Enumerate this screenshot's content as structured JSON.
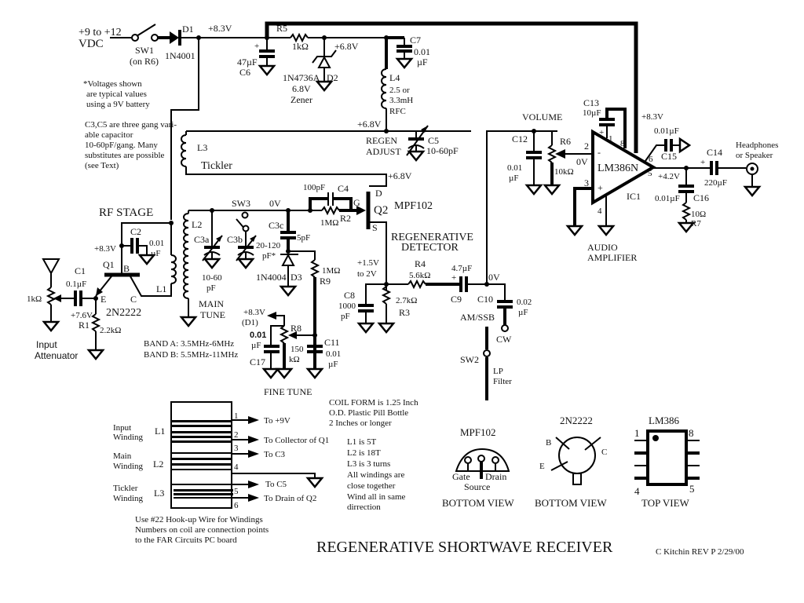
{
  "title": "REGENERATIVE SHORTWAVE RECEIVER",
  "credit": "C Kitchin REV P 2/29/00",
  "power": {
    "supply_line1": "+9 to +12",
    "supply_line2": "VDC",
    "sw1": "SW1",
    "sw1_note": "(on R6)",
    "d1": "D1",
    "d1_part": "1N4001",
    "rail": "+8.3V",
    "c6_value": "47µF",
    "c6": "C6",
    "r5": "R5",
    "r5_value": "1kΩ",
    "zener_v": "+6.8V",
    "d2_part": "1N4736A",
    "d2": "D2",
    "d2_v": "6.8V",
    "d2_type": "Zener",
    "c7": "C7",
    "c7_v1": "0.01",
    "c7_v2": "µF",
    "l4": "L4",
    "l4_v1": "2.5 or",
    "l4_v2": "3.3mH",
    "l4_v3": "RFC",
    "rfc_v": "+6.8V",
    "plus": "+"
  },
  "notes": {
    "voltages": [
      "*Voltages shown",
      "are typical values",
      "using a 9V battery"
    ],
    "caps": [
      "C3,C5 are three gang vari-",
      "able capacitor",
      "10-60pF/gang.  Many",
      "substitutes are  possible",
      "(see Text)"
    ],
    "band_a": "BAND A: 3.5MHz-6MHz",
    "band_b": "BAND B: 5.5MHz-11MHz"
  },
  "regen": {
    "label1": "REGEN",
    "label2": "ADJUST",
    "c5": "C5",
    "c5_value": "10-60pF",
    "l3": "L3",
    "tickler": "Tickler",
    "drain_v": "+6.8V"
  },
  "rf_stage": {
    "title": "RF STAGE",
    "c2": "C2",
    "c2_v1": "0.01",
    "c2_v2": "µF",
    "base_v": "+8.3V",
    "q1": "Q1",
    "b": "B",
    "e": "E",
    "c": "C",
    "l1": "L1",
    "c1": "C1",
    "c1_value": "0.1µF",
    "emitter_v": "+7.6V",
    "q1_part": "2N2222",
    "r1": "R1",
    "r1_value": "2.2kΩ",
    "atten_value": "1kΩ",
    "atten_l1": "Input",
    "atten_l2": "Attenuator"
  },
  "tuning": {
    "l2": "L2",
    "sw3": "SW3",
    "node_v": "0V",
    "c3a": "C3a",
    "c3b": "C3b",
    "c3a_v1": "10-60",
    "c3a_v2": "pF",
    "c3b_v1": "20-120",
    "c3b_v2": "pF*",
    "c3c": "C3c",
    "c3c_value": "5pF",
    "main1": "MAIN",
    "main2": "TUNE",
    "d3_part": "1N4004",
    "d3": "D3",
    "r9_value": "1MΩ",
    "r9": "R9",
    "c4_value": "100pF",
    "c4": "C4",
    "r2_value": "1MΩ",
    "r2": "R2",
    "g": "G",
    "d": "D",
    "s": "S",
    "q2": "Q2",
    "q2_part": "MPF102",
    "fine_v": "+8.3V",
    "fine_src": "(D1)",
    "r8": "R8",
    "c17_v1": "0.01",
    "c17_v2": "µF",
    "c17": "C17",
    "r8_v1": "150",
    "r8_v2": "kΩ",
    "c11": "C11",
    "c11_v1": "0.01",
    "c11_v2": "µF",
    "fine_tune": "FINE TUNE"
  },
  "detector": {
    "title1": "REGENERATIVE",
    "title2": "DETECTOR",
    "src_v1": "+1.5V",
    "src_v2": "to 2V",
    "c8": "C8",
    "c8_v1": "1000",
    "c8_v2": "pF",
    "r4": "R4",
    "r4_value": "5.6kΩ",
    "r3_value": "2.7kΩ",
    "r3": "R3",
    "c9_value": "4.7µF",
    "c9": "C9",
    "out_v": "0V",
    "c10": "C10",
    "c10_v1": "0.02",
    "c10_v2": "µF",
    "am_ssb": "AM/SSB",
    "cw": "CW",
    "sw2": "SW2",
    "lp1": "LP",
    "lp2": "Filter"
  },
  "amplifier": {
    "volume": "VOLUME",
    "c12": "C12",
    "c12_v1": "0.01",
    "c12_v2": "µF",
    "r6": "R6",
    "r6_value": "10kΩ",
    "in_v": "0V",
    "c13": "C13",
    "c13_value": "10µF",
    "ic_part": "LM386N",
    "ic": "IC1",
    "pin1": "1",
    "pin2": "2",
    "pin3": "3",
    "pin4": "4",
    "pin5": "5",
    "pin6": "6",
    "pin8": "8",
    "minus": "-",
    "plus": "+",
    "supply_v": "+8.3V",
    "c15_value": "0.01µF",
    "c15": "C15",
    "out_v": "+4.2V",
    "c14": "C14",
    "c14_value": "220µF",
    "c16_value": "0.01µF",
    "c16": "C16",
    "r7_value": "10Ω",
    "r7": "R7",
    "output1": "Headphones",
    "output2": "or Speaker",
    "title1": "AUDIO",
    "title2": "AMPLIFIER"
  },
  "coil": {
    "windings": [
      {
        "name1": "Input",
        "name2": "Winding",
        "id": "L1"
      },
      {
        "name1": "Main",
        "name2": "Winding",
        "id": "L2"
      },
      {
        "name1": "Tickler",
        "name2": "Winding",
        "id": "L3"
      }
    ],
    "pins": [
      {
        "num": "1",
        "dest": "To +9V"
      },
      {
        "num": "2",
        "dest": "To Collector of Q1"
      },
      {
        "num": "3",
        "dest": "To C3"
      },
      {
        "num": "4",
        "dest": ""
      },
      {
        "num": "5",
        "dest": "To C5"
      },
      {
        "num": "6",
        "dest": "To Drain of Q2"
      }
    ],
    "wire_note": [
      "Use #22 Hook-up Wire for Windings",
      "Numbers on coil are connection points",
      "to the FAR Circuits PC board"
    ],
    "form_note": [
      "COIL FORM is  1.25 Inch",
      "O.D. Plastic  Pill Bottle",
      "2  Inches or longer"
    ],
    "turns_note": [
      "L1 is 5T",
      "L2 is 18T",
      "L3 is 3 turns",
      "All windings are",
      "close together",
      "Wind all in same",
      "dirrection"
    ]
  },
  "pinouts": {
    "mpf102": {
      "title": "MPF102",
      "gate": "Gate",
      "drain": "Drain",
      "source": "Source",
      "view": "BOTTOM VIEW"
    },
    "q2n2222": {
      "title": "2N2222",
      "b": "B",
      "c": "C",
      "e": "E",
      "view": "BOTTOM VIEW"
    },
    "lm386": {
      "title": "LM386",
      "p1": "1",
      "p8": "8",
      "p4": "4",
      "p5": "5",
      "view": "TOP VIEW"
    }
  }
}
